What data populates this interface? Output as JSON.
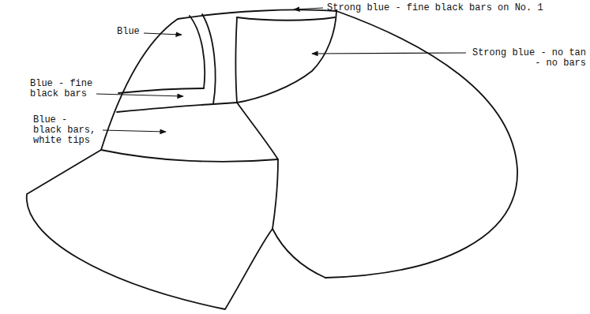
{
  "diagram": {
    "labels": [
      "Blue",
      "Strong blue - fine black bars on No. 1",
      "Strong blue - no tan - no bars",
      "Blue - fine black bars",
      "Blue - black bars, white tips"
    ]
  }
}
